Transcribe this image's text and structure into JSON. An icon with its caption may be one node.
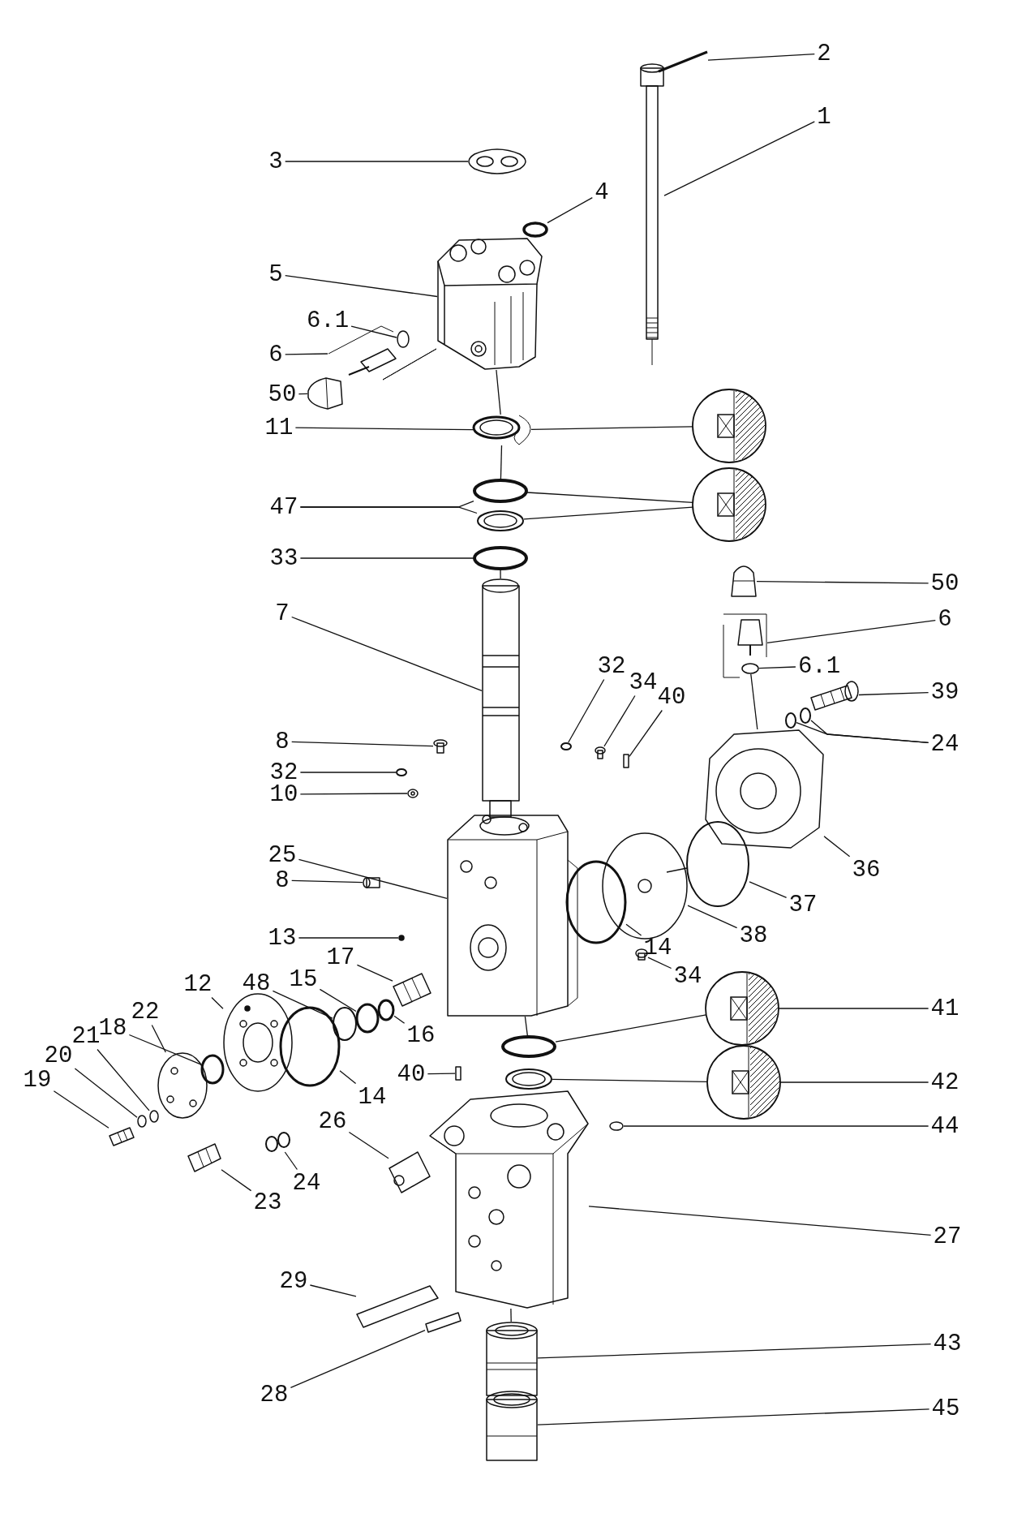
{
  "diagram": {
    "nodes": [
      {
        "text": [
          "2"
        ]
      },
      {
        "text": [
          "1"
        ]
      },
      {
        "text": [
          "3"
        ]
      },
      {
        "text": [
          "4"
        ]
      },
      {
        "text": [
          "5"
        ]
      },
      {
        "text": [
          "6.1"
        ]
      },
      {
        "text": [
          "6"
        ]
      },
      {
        "text": [
          "50"
        ]
      },
      {
        "text": [
          "11"
        ]
      },
      {
        "text": [],
        "shape": "picture"
      },
      {
        "text": [
          "47"
        ]
      },
      {
        "text": [],
        "shape": "picture"
      },
      {
        "text": [
          "33"
        ]
      },
      {
        "text": [
          "50"
        ]
      },
      {
        "text": [
          "7"
        ]
      },
      {
        "text": [
          "6"
        ]
      },
      {
        "text": [
          "32"
        ]
      },
      {
        "text": [
          "6.1"
        ]
      },
      {
        "text": [
          "34"
        ]
      },
      {
        "text": [
          "40"
        ]
      },
      {
        "text": [
          "39"
        ]
      },
      {
        "text": [
          "8"
        ]
      },
      {
        "text": [
          "24"
        ]
      },
      {
        "text": [
          "32"
        ]
      },
      {
        "text": [
          "10"
        ]
      },
      {
        "text": [
          "25"
        ]
      },
      {
        "text": [
          "36"
        ]
      },
      {
        "text": [
          "8"
        ]
      },
      {
        "text": [
          "37"
        ]
      },
      {
        "text": [
          "38"
        ]
      },
      {
        "text": [
          "13"
        ]
      },
      {
        "text": [
          "14"
        ]
      },
      {
        "text": [
          "17"
        ]
      },
      {
        "text": [
          "34"
        ]
      },
      {
        "text": [
          "15"
        ]
      },
      {
        "text": [
          "12"
        ]
      },
      {
        "text": [
          "48"
        ]
      },
      {
        "text": [],
        "shape": "picture"
      },
      {
        "text": [
          "41"
        ]
      },
      {
        "text": [
          "22"
        ]
      },
      {
        "text": [
          "18"
        ]
      },
      {
        "text": [
          "16"
        ]
      },
      {
        "text": [
          "21"
        ]
      },
      {
        "text": [
          "20"
        ]
      },
      {
        "text": [
          "40"
        ]
      },
      {
        "text": [
          "19"
        ]
      },
      {
        "text": [],
        "shape": "picture"
      },
      {
        "text": [
          "42"
        ]
      },
      {
        "text": [
          "14"
        ]
      },
      {
        "text": [
          "26"
        ]
      },
      {
        "text": [
          "44"
        ]
      },
      {
        "text": [
          "24"
        ]
      },
      {
        "text": [
          "23"
        ]
      },
      {
        "text": [
          "27"
        ]
      },
      {
        "text": [
          "29"
        ]
      },
      {
        "text": [
          "43"
        ]
      },
      {
        "text": [
          "28"
        ]
      },
      {
        "text": [
          "45"
        ]
      },
      {
        "text": [],
        "shape": "bar"
      },
      {
        "text": [],
        "shape": "picture"
      },
      {
        "text": [],
        "shape": "picture"
      },
      {
        "text": [],
        "shape": "circle"
      },
      {
        "text": [],
        "shape": "picture"
      },
      {
        "text": [],
        "shape": "circle",
        "in": 64
      },
      {
        "text": [],
        "shape": "picture"
      },
      {
        "text": [],
        "shape": "picture"
      },
      {
        "text": [],
        "shape": "picture"
      },
      {
        "text": [],
        "shape": "circle"
      },
      {
        "text": [],
        "shape": "circle"
      },
      {
        "text": [],
        "shape": "circle"
      },
      {
        "text": [],
        "shape": "picture"
      },
      {
        "text": [],
        "shape": "picture"
      },
      {
        "text": [],
        "shape": "picture"
      },
      {
        "text": [],
        "shape": "circle",
        "in": 72
      },
      {
        "text": [],
        "shape": "picture"
      },
      {
        "text": [],
        "shape": "circle"
      },
      {
        "text": [],
        "shape": "circle"
      },
      {
        "text": [],
        "shape": "circle"
      },
      {
        "text": [],
        "shape": "box"
      },
      {
        "text": [],
        "shape": "bar"
      },
      {
        "text": [],
        "shape": "box"
      },
      {
        "text": [],
        "shape": "circle"
      },
      {
        "text": [],
        "shape": "circle"
      },
      {
        "text": [],
        "shape": "picture"
      },
      {
        "text": [],
        "shape": "box"
      },
      {
        "text": [],
        "shape": "picture"
      },
      {
        "text": [],
        "shape": "circle"
      },
      {
        "text": [],
        "shape": "circle"
      },
      {
        "text": [],
        "shape": "circle"
      },
      {
        "text": [],
        "shape": "circle"
      },
      {
        "text": [],
        "shape": "box"
      },
      {
        "text": [],
        "shape": "picture"
      },
      {
        "text": [],
        "shape": "circle"
      },
      {
        "text": [],
        "shape": "picture"
      },
      {
        "text": [],
        "shape": "circle"
      },
      {
        "text": [],
        "shape": "circle"
      },
      {
        "text": [],
        "shape": "picture"
      },
      {
        "text": [],
        "shape": "circle"
      },
      {
        "text": [],
        "shape": "circle"
      },
      {
        "text": [],
        "shape": "circle"
      },
      {
        "text": [],
        "shape": "circle"
      },
      {
        "text": [],
        "shape": "bar"
      },
      {
        "text": [],
        "shape": "picture"
      },
      {
        "text": [],
        "shape": "circle"
      },
      {
        "text": [],
        "shape": "circle"
      },
      {
        "text": [],
        "shape": "picture"
      },
      {
        "text": [],
        "shape": "circle"
      },
      {
        "text": [],
        "shape": "circle"
      },
      {
        "text": [],
        "shape": "picture"
      },
      {
        "text": [],
        "shape": "picture"
      },
      {
        "text": [],
        "shape": "bar"
      },
      {
        "text": [],
        "shape": "bar"
      },
      {
        "text": [],
        "shape": "cylinder"
      },
      {
        "text": [],
        "shape": "cylinder"
      }
    ],
    "edges": [
      {
        "from": 0,
        "to": 58,
        "arrow": "none"
      },
      {
        "from": 1,
        "to": 59,
        "arrow": "none"
      },
      {
        "from": 2,
        "to": 60,
        "arrow": "none"
      },
      {
        "from": 3,
        "to": 61,
        "arrow": "none"
      },
      {
        "from": 4,
        "to": 62,
        "arrow": "none"
      },
      {
        "from": 5,
        "to": 63,
        "arrow": "none"
      },
      {
        "from": 6,
        "to": 64,
        "arrow": "none"
      },
      {
        "from": 7,
        "to": 65,
        "arrow": "none"
      },
      {
        "from": 8,
        "to": 66,
        "arrow": "none"
      },
      {
        "from": 9,
        "to": 66,
        "arrow": "none"
      },
      {
        "from": 10,
        "to": 67,
        "arrow": "none"
      },
      {
        "from": 10,
        "to": 68,
        "arrow": "none"
      },
      {
        "from": 11,
        "to": 67,
        "arrow": "none"
      },
      {
        "from": 11,
        "to": 68,
        "arrow": "none"
      },
      {
        "from": 12,
        "to": 69,
        "arrow": "none"
      },
      {
        "from": 14,
        "to": 70,
        "arrow": "none"
      },
      {
        "from": 13,
        "to": 71,
        "arrow": "none"
      },
      {
        "from": 15,
        "to": 72,
        "arrow": "none"
      },
      {
        "from": 17,
        "to": 73,
        "arrow": "none"
      },
      {
        "from": 20,
        "to": 74,
        "arrow": "none"
      },
      {
        "from": 22,
        "to": 75,
        "arrow": "none"
      },
      {
        "from": 22,
        "to": 76,
        "arrow": "none"
      },
      {
        "from": 16,
        "to": 77,
        "arrow": "none"
      },
      {
        "from": 18,
        "to": 78,
        "arrow": "none"
      },
      {
        "from": 19,
        "to": 79,
        "arrow": "none"
      },
      {
        "from": 21,
        "to": 80,
        "arrow": "none"
      },
      {
        "from": 23,
        "to": 81,
        "arrow": "none"
      },
      {
        "from": 24,
        "to": 82,
        "arrow": "none"
      },
      {
        "from": 25,
        "to": 83,
        "arrow": "none"
      },
      {
        "from": 27,
        "to": 84,
        "arrow": "none"
      },
      {
        "from": 26,
        "to": 85,
        "arrow": "none"
      },
      {
        "from": 30,
        "to": 86,
        "arrow": "none"
      },
      {
        "from": 28,
        "to": 87,
        "arrow": "none"
      },
      {
        "from": 29,
        "to": 88,
        "arrow": "none"
      },
      {
        "from": 31,
        "to": 89,
        "arrow": "none"
      },
      {
        "from": 33,
        "to": 90,
        "arrow": "none"
      },
      {
        "from": 32,
        "to": 91,
        "arrow": "none"
      },
      {
        "from": 34,
        "to": 92,
        "arrow": "none"
      },
      {
        "from": 35,
        "to": 93,
        "arrow": "none"
      },
      {
        "from": 36,
        "to": 94,
        "arrow": "none"
      },
      {
        "from": 38,
        "to": 37,
        "arrow": "none"
      },
      {
        "from": 37,
        "to": 95,
        "arrow": "none"
      },
      {
        "from": 39,
        "to": 96,
        "arrow": "none"
      },
      {
        "from": 40,
        "to": 97,
        "arrow": "none"
      },
      {
        "from": 41,
        "to": 98,
        "arrow": "none"
      },
      {
        "from": 42,
        "to": 99,
        "arrow": "none"
      },
      {
        "from": 43,
        "to": 100,
        "arrow": "none"
      },
      {
        "from": 44,
        "to": 101,
        "arrow": "none"
      },
      {
        "from": 45,
        "to": 102,
        "arrow": "none"
      },
      {
        "from": 47,
        "to": 46,
        "arrow": "none"
      },
      {
        "from": 46,
        "to": 103,
        "arrow": "none"
      },
      {
        "from": 48,
        "to": 104,
        "arrow": "none"
      },
      {
        "from": 49,
        "to": 105,
        "arrow": "none"
      },
      {
        "from": 50,
        "to": 106,
        "arrow": "none"
      },
      {
        "from": 51,
        "to": 107,
        "arrow": "none"
      },
      {
        "from": 52,
        "to": 108,
        "arrow": "none"
      },
      {
        "from": 53,
        "to": 109,
        "arrow": "none"
      },
      {
        "from": 54,
        "to": 110,
        "arrow": "none"
      },
      {
        "from": 56,
        "to": 111,
        "arrow": "none"
      },
      {
        "from": 55,
        "to": 112,
        "arrow": "none"
      },
      {
        "from": 57,
        "to": 113,
        "arrow": "none"
      },
      {
        "from": 62,
        "to": 66,
        "arrow": "none"
      },
      {
        "from": 66,
        "to": 67,
        "arrow": "none"
      },
      {
        "from": 69,
        "to": 70,
        "arrow": "none"
      },
      {
        "from": 73,
        "to": 85,
        "arrow": "none"
      },
      {
        "from": 83,
        "to": 95,
        "arrow": "none"
      },
      {
        "from": 109,
        "to": 112,
        "arrow": "none"
      }
    ]
  }
}
